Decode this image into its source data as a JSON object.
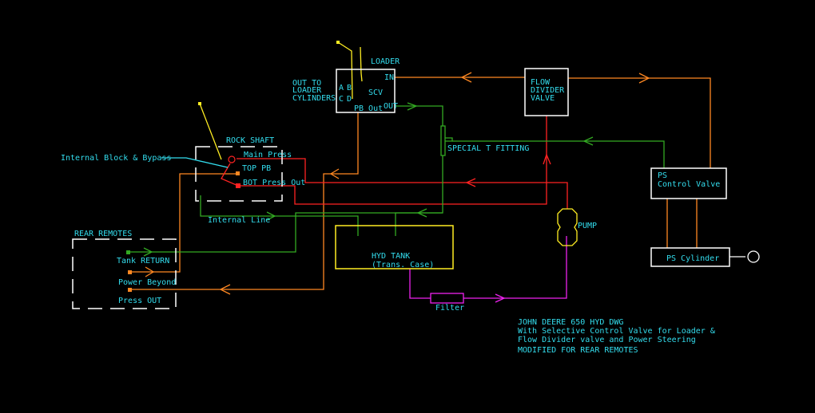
{
  "title": {
    "line1": "JOHN DEERE 650 HYD DWG",
    "line2": "With Selective Control Valve for Loader &",
    "line3": "Flow Divider valve and Power Steering",
    "line4": "MODIFIED FOR REAR REMOTES"
  },
  "colors": {
    "pressure": "#ff2222",
    "power_beyond": "#ff8822",
    "return": "#33aa22",
    "suction": "#ee22ee",
    "label": "#33ddee",
    "component": "#ffffff",
    "tank": "#ffee22"
  },
  "components": {
    "scv": {
      "title": "LOADER",
      "name": "SCV",
      "port_a": "A",
      "port_b": "B",
      "port_c": "C",
      "port_d": "D",
      "port_in": "IN",
      "port_out": "OUT",
      "port_pb": "PB Out",
      "side_label_1": "OUT TO",
      "side_label_2": "LOADER",
      "side_label_3": "CYLINDERS"
    },
    "flow_divider": {
      "line1": "FLOW",
      "line2": "DIVIDER",
      "line3": "VALVE"
    },
    "special_t": {
      "label": "SPECIAL T FITTING"
    },
    "rock_shaft": {
      "title": "ROCK SHAFT",
      "main_press": "Main Press",
      "top_pb": "TOP PB",
      "bot_press": "BOT Press Out",
      "internal_block": "Internal Block & Bypass",
      "internal_line": "Internal Line"
    },
    "rear_remotes": {
      "title": "REAR REMOTES",
      "tank_return": "Tank RETURN",
      "power_beyond": "Power Beyond",
      "press_out": "Press OUT"
    },
    "hyd_tank": {
      "line1": "HYD TANK",
      "line2": "(Trans. Case)"
    },
    "filter": {
      "label": "Filter"
    },
    "pump": {
      "label": "PUMP"
    },
    "ps_control": {
      "line1": "PS",
      "line2": "Control Valve"
    },
    "ps_cylinder": {
      "label": "PS Cylinder"
    }
  }
}
